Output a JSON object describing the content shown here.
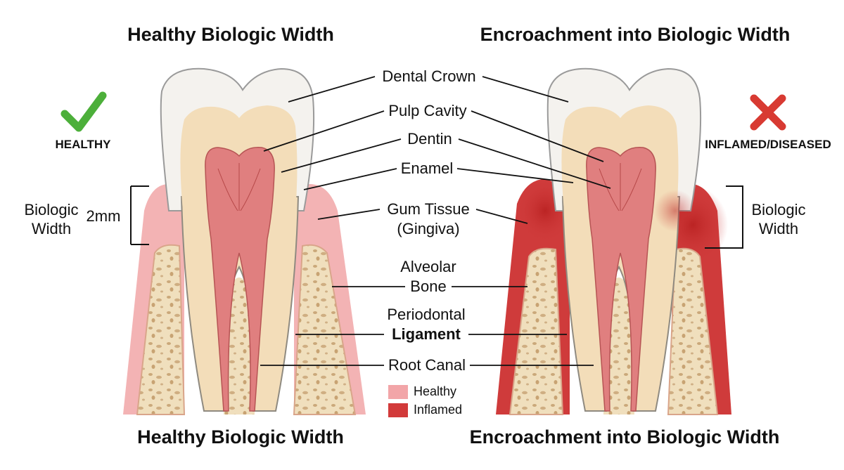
{
  "titles": {
    "top_left": "Healthy Biologic Width",
    "top_right": "Encroachment into Biologic Width",
    "bottom_left": "Healthy Biologic Width",
    "bottom_right": "Encroachment into Biologic Width"
  },
  "status": {
    "healthy": "HEALTHY",
    "diseased": "INFLAMED/DISEASED"
  },
  "labels": {
    "crown": "Dental Crown",
    "pulp": "Pulp Cavity",
    "dentin": "Dentin",
    "enamel": "Enamel",
    "gum_line1": "Gum Tissue",
    "gum_line2": "(Gingiva)",
    "bone_line1": "Alveolar",
    "bone_line2": "Bone",
    "pdl_line1": "Periodontal",
    "pdl_line2": "Ligament",
    "canal": "Root Canal"
  },
  "biologic_width": {
    "left_line1": "Biologic",
    "left_line2": "Width",
    "measure": "2mm",
    "right_line1": "Biologic",
    "right_line2": "Width"
  },
  "legend": [
    {
      "label": "Healthy",
      "color": "#f2a5a8"
    },
    {
      "label": "Inflamed",
      "color": "#d23a3a"
    }
  ],
  "colors": {
    "healthy_check": "#4caf3a",
    "diseased_x": "#d83a32",
    "enamel": "#f4f2ee",
    "dentin": "#f3ddb9",
    "pulp": "#e07f7f",
    "bone": "#efdcb8",
    "gum_healthy": "#f3b3b4",
    "gum_inflamed": "#cf3b3b"
  }
}
